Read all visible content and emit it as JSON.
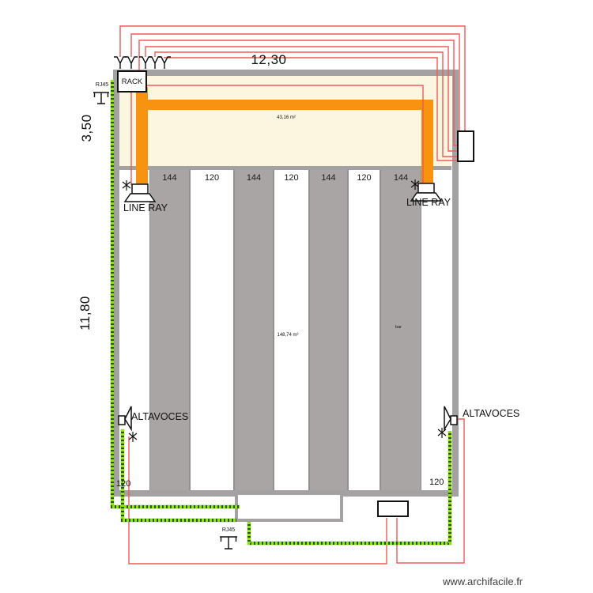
{
  "watermark": "www.archifacile.fr",
  "dimensions": {
    "width_top": "12,30",
    "height_upper": "3,50",
    "height_main": "11,80"
  },
  "areas": {
    "upper_room": "43,16 m²",
    "main_room": "148,74 m²"
  },
  "notes": {
    "bar": "bar"
  },
  "equipment": {
    "rack": "RACK",
    "rj45_top": "RJ45",
    "rj45_bottom": "RJ45",
    "line_array_left": "LINE RAY",
    "line_array_right": "LINE RAY",
    "speaker_left": "ALTAVOCES",
    "speaker_right": "ALTAVOCES"
  },
  "panels": {
    "top_labels": [
      "144",
      "120",
      "144",
      "120",
      "144",
      "120",
      "144"
    ],
    "bottom_left": "120",
    "bottom_right": "120"
  },
  "colors": {
    "wall": "#a3a1a1",
    "panel_gray": "#a9a5a5",
    "room_cream": "#fcf5e0",
    "truss_orange": "#f7930e",
    "cable_red": "#f05a5a",
    "cable_green": "#8ce411"
  }
}
